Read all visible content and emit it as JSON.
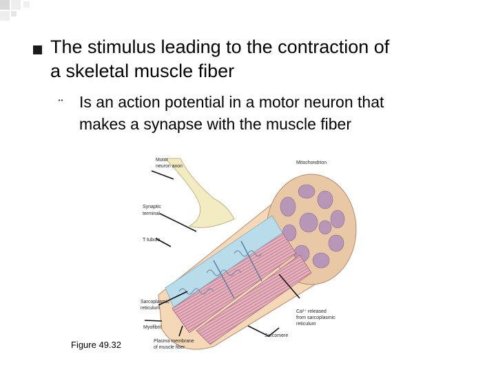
{
  "slide": {
    "heading": [
      "The stimulus leading to the contraction of",
      "a skeletal muscle fiber"
    ],
    "subpoint": [
      "Is an action potential in a motor neuron that",
      "makes a synapse with the muscle fiber"
    ],
    "subpoint_marker": "¨",
    "figure_caption": "Figure 49.32"
  },
  "figure_labels": {
    "motor_neuron_axon": [
      "Motor",
      "neuron axon"
    ],
    "mitochondrion": "Mitochondrion",
    "synaptic_terminal": [
      "Synaptic",
      "terminal"
    ],
    "t_tubule": "T tubule",
    "sarcoplasmic_reticulum": [
      "Sarcoplasmic",
      "reticulum"
    ],
    "ca_released": [
      "Ca²⁺ released",
      "from sarcoplasmic",
      "reticulum"
    ],
    "myofibril": "Myofibril",
    "plasma_membrane": [
      "Plasma membrane",
      "of muscle fiber"
    ],
    "sarcomere": "Sarcomere"
  },
  "colors": {
    "muscle_fill": "#f4d8b8",
    "myofibril_pink": "#e6b3bf",
    "tubule_blue": "#b9dcea",
    "axon_cream": "#f3ebc2",
    "mitochondria_purple": "#b896b8"
  }
}
